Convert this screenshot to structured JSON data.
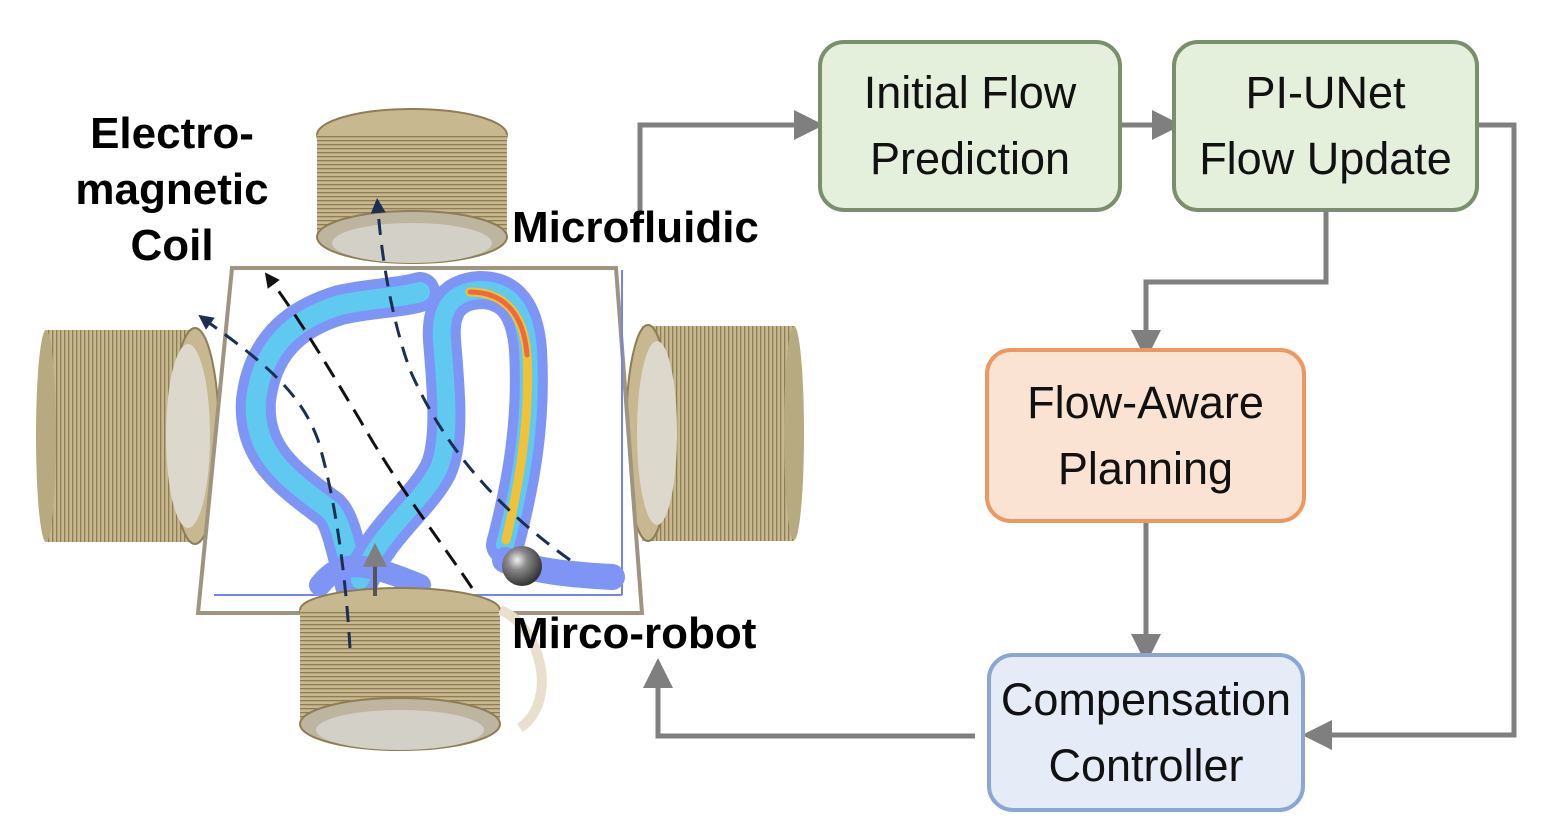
{
  "labels": {
    "coil_line1": "Electro-",
    "coil_line2": "magnetic",
    "coil_line3": "Coil",
    "microfluidic": "Microfluidic",
    "microrobot": "Mirco-robot"
  },
  "boxes": {
    "initial_flow": {
      "line1": "Initial Flow",
      "line2": "Prediction"
    },
    "pi_unet": {
      "line1": "PI-UNet",
      "line2": "Flow Update"
    },
    "planning": {
      "line1": "Flow-Aware",
      "line2": "Planning"
    },
    "controller": {
      "line1": "Compensation",
      "line2": "Controller"
    }
  },
  "colors": {
    "arrow_gray": "#7f7f7f",
    "green_fill": "#e4f0dc",
    "green_border": "#7a8f6c",
    "orange_fill": "#fae3d2",
    "orange_border": "#ec9860",
    "blue_fill": "#e5ecf8",
    "blue_border": "#8aa6d6",
    "coil_brass": "#c7b78c",
    "channel_blue": "#6f86f0"
  }
}
